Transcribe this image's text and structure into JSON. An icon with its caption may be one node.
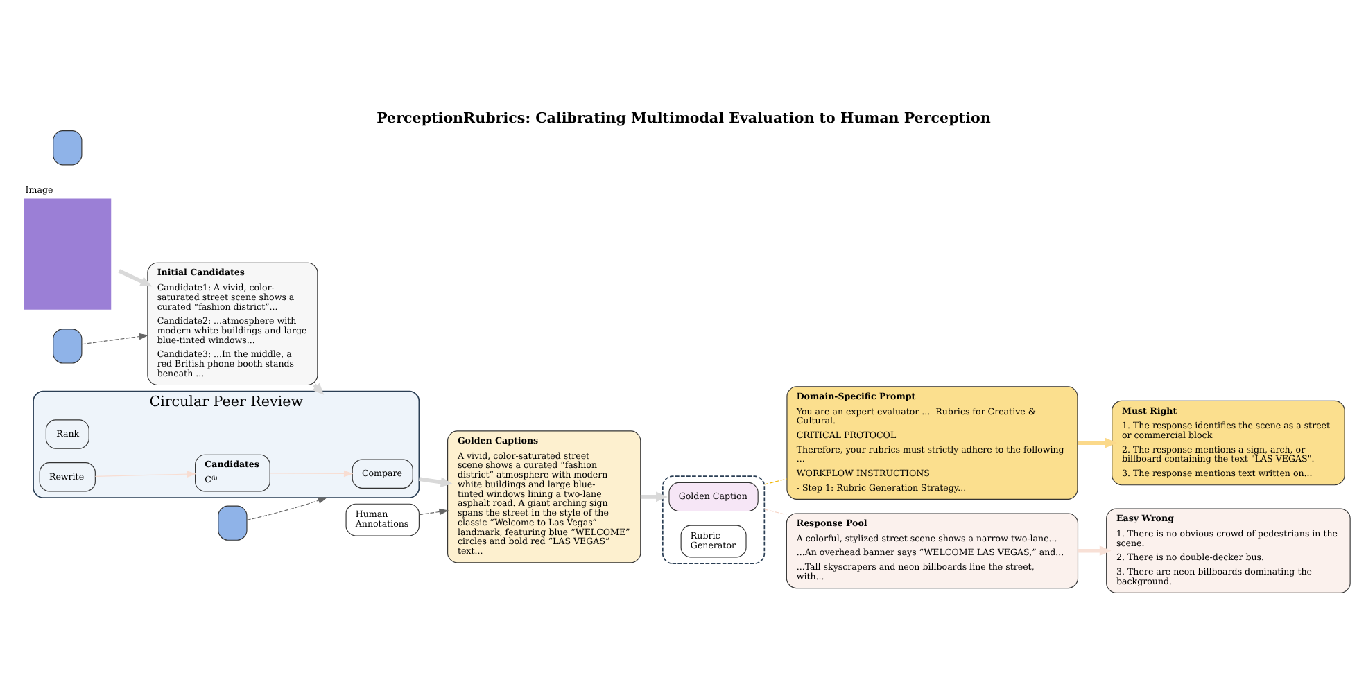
{
  "diagram": {
    "title": "PerceptionRubrics: Calibrating Multimodal Evaluation to Human Perception",
    "nodes": [
      {
        "text": [
          "Image"
        ]
      },
      {
        "text": [
          "Initial Candidates",
          "Candidate1: A vivid, color-saturated street scene shows a curated “fashion district”...",
          "Candidate2: ...atmosphere with modern white buildings and large blue-tinted windows...",
          "Candidate3: ...In the middle, a red British phone booth stands beneath ..."
        ]
      },
      {
        "text": [
          "Circular Peer Review"
        ]
      },
      {
        "text": [
          "Compare"
        ],
        "in": 2
      },
      {
        "text": [
          "Rank"
        ],
        "in": 2
      },
      {
        "text": [
          "Rewrite"
        ],
        "in": 2
      },
      {
        "text": [
          "Candidates",
          "C⁽ⁱ⁾"
        ],
        "in": 2
      },
      {
        "text": [],
        "shape": "box"
      },
      {
        "text": [],
        "shape": "box"
      },
      {
        "text": [],
        "shape": "box"
      },
      {
        "text": [
          "Human Annotations"
        ]
      },
      {
        "text": [
          "Golden Captions",
          "A vivid, color-saturated street scene shows a curated “fashion district” atmosphere with modern white buildings and large blue-tinted windows lining a two-lane asphalt road. A giant arching sign spans the street in the style of the classic “Welcome to Las Vegas” landmark, featuring blue “WELCOME” circles and bold red “LAS VEGAS” text..."
        ]
      },
      {
        "text": [],
        "shape": "box"
      },
      {
        "text": [
          "Golden Caption"
        ],
        "in": 12
      },
      {
        "text": [
          "Rubric Generator"
        ],
        "in": 12
      },
      {
        "text": [
          "Domain-Specific Prompt",
          "You are an expert evaluator ...  Rubrics for Creative & Cultural.",
          "CRITICAL PROTOCOL",
          "Therefore, your rubrics must strictly adhere to the following ...",
          "WORKFLOW INSTRUCTIONS",
          "- Step 1: Rubric Generation Strategy..."
        ]
      },
      {
        "text": [
          "Response Pool",
          "A colorful, stylized street scene shows a narrow two-lane...",
          "...An overhead banner says “WELCOME LAS VEGAS,” and...",
          "...Tall skyscrapers and neon billboards line the street, with..."
        ]
      },
      {
        "text": [
          "Must Right",
          "1. The response identifies the scene as a street or commercial block",
          "2. The response mentions a sign, arch, or billboard containing the text \"LAS VEGAS\".",
          "3. The response mentions text written on..."
        ]
      },
      {
        "text": [
          "Easy Wrong",
          "1. There is no obvious crowd of pedestrians in the scene.",
          "2. There is no double-decker bus.",
          "3. There are neon billboards dominating the background."
        ]
      }
    ],
    "edges": [
      {
        "from": 0,
        "to": 1,
        "arrow": "to",
        "style": "thick",
        "color": "#d9d9d9"
      },
      {
        "from": 1,
        "to": 2,
        "arrow": "to",
        "style": "thick",
        "color": "#d9d9d9"
      },
      {
        "from": 6,
        "to": 3,
        "arrow": "to",
        "color": "#f8ddd2"
      },
      {
        "from": 5,
        "to": 6,
        "arrow": "to",
        "color": "#f8ddd2"
      },
      {
        "from": 2,
        "to": 11,
        "arrow": "to",
        "style": "thick",
        "color": "#d9d9d9"
      },
      {
        "from": 9,
        "to": 2,
        "arrow": "to",
        "style": "dashed",
        "color": "#666666"
      },
      {
        "from": 7,
        "to": 1,
        "arrow": "to",
        "style": "dashed",
        "color": "#666666"
      },
      {
        "from": 10,
        "to": 11,
        "arrow": "to",
        "style": "dashed",
        "color": "#666666"
      },
      {
        "from": 11,
        "to": 12,
        "arrow": "to",
        "style": "thick",
        "color": "#d9d9d9"
      },
      {
        "from": 12,
        "to": 15,
        "arrow": "none",
        "style": "dashed",
        "color": "#f0b400"
      },
      {
        "from": 12,
        "to": 16,
        "arrow": "none",
        "style": "dashed",
        "color": "#f5d0c0"
      },
      {
        "from": 15,
        "to": 17,
        "arrow": "to",
        "style": "thick",
        "color": "#fbd98a"
      },
      {
        "from": 16,
        "to": 18,
        "arrow": "to",
        "style": "thick",
        "color": "#f8e0d6"
      }
    ]
  }
}
